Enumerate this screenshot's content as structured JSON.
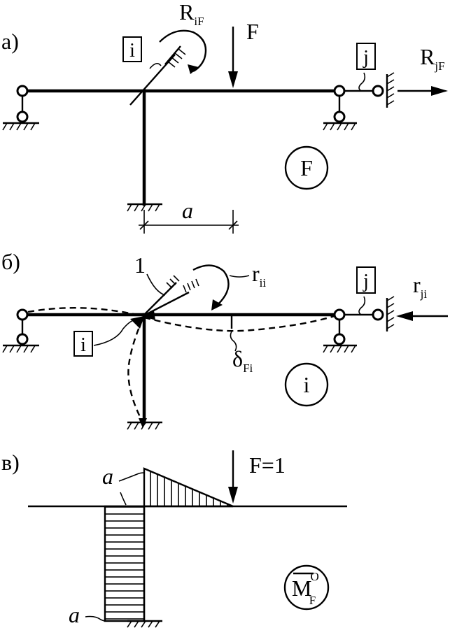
{
  "panels": {
    "a": {
      "label": "а)",
      "moment_reaction": "R",
      "moment_reaction_sub": "iF",
      "force": "F",
      "force_reaction": "R",
      "force_reaction_sub": "jF",
      "node_i": "i",
      "node_j": "j",
      "state_circle": "F",
      "dimension": "a"
    },
    "b": {
      "label": "б)",
      "unit_rotation": "1",
      "moment_reaction": "r",
      "moment_reaction_sub": "ii",
      "force_reaction": "r",
      "force_reaction_sub": "ji",
      "node_j": "j",
      "node_i": "i",
      "deflection": "δ",
      "deflection_sub": "Fi",
      "state_circle": "i"
    },
    "c": {
      "label": "в)",
      "force": "F=1",
      "ordinate_top": "a",
      "ordinate_bottom": "a",
      "moment_symbol": "M",
      "moment_superscript": "O",
      "moment_subscript": "F"
    }
  }
}
